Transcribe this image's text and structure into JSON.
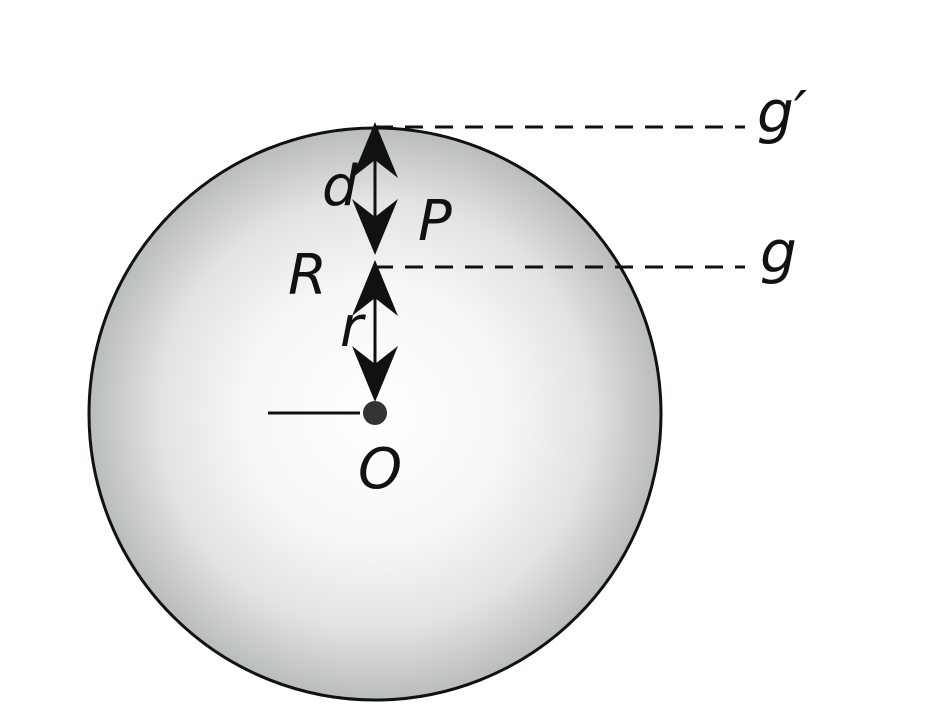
{
  "labels": {
    "g_prime": "g′",
    "g": "g",
    "d": "d",
    "P": "P",
    "R": "R",
    "r": "r",
    "O": "O"
  },
  "colors": {
    "outline": "#111111",
    "sphere_edge": "#b9bcbd",
    "sphere_center": "#ffffff",
    "center_dot": "#333333",
    "background": "#ffffff"
  }
}
